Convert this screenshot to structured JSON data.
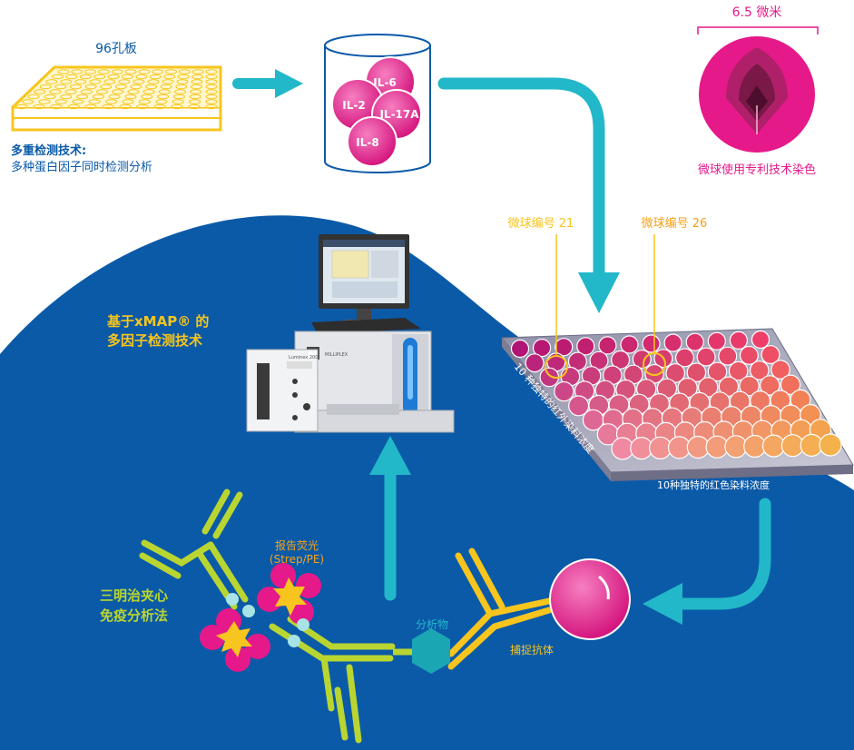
{
  "plate_label": "96孔板",
  "multiplex": {
    "title": "多重检测技术:",
    "subtitle": "多种蛋白因子同时检测分析"
  },
  "cytokines": [
    "IL-6",
    "IL-2",
    "IL-17A",
    "IL-8"
  ],
  "bead_size": "6.5 微米",
  "bead_caption": "微球使用专利技术染色",
  "bead_ids": [
    "微球编号 21",
    "微球编号 26"
  ],
  "xmap": {
    "line1": "基于xMAP® 的",
    "line2": "多因子检测技术"
  },
  "instrument": {
    "logo": "M",
    "brand": "MILLIPLEX",
    "model": "Luminex 200"
  },
  "infrared_label": "10 种独特的红外染料浓度",
  "red_label": "10种独特的红色染料浓度",
  "sandwich": {
    "line1": "三明治夹心",
    "line2": "免疫分析法"
  },
  "reporter": {
    "line1": "报告荧光",
    "line2": "(Strep/PE)"
  },
  "analyte_label": "分析物",
  "capture_label": "捕捉抗体",
  "colors": {
    "navy": "#0b5aa8",
    "teal": "#22b8c9",
    "magenta": "#e6198a",
    "yellow": "#f7c51e",
    "green": "#b9d531",
    "orange": "#f5a21b"
  }
}
